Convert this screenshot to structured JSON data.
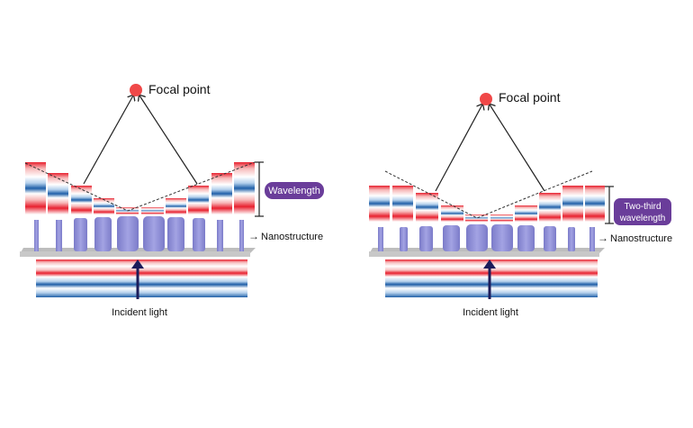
{
  "left_panel": {
    "focal_label": "Focal point",
    "wavelength_badge": [
      "Wavelength"
    ],
    "nanostructure_label": "Nanostructure",
    "incident_label": "Incident light"
  },
  "right_panel": {
    "focal_label": "Focal point",
    "wavelength_badge": [
      "Two-third",
      "wavelength"
    ],
    "nanostructure_label": "Nanostructure",
    "incident_label": "Incident light"
  },
  "colors": {
    "red": "#e8212f",
    "blue": "#1f5fa8",
    "purple": "#6a3d9a",
    "pillar": "#8f8fd6",
    "substrate": "#c8c8c8",
    "arrow": "#1c1c5a",
    "focal_dot": "#f04848"
  }
}
